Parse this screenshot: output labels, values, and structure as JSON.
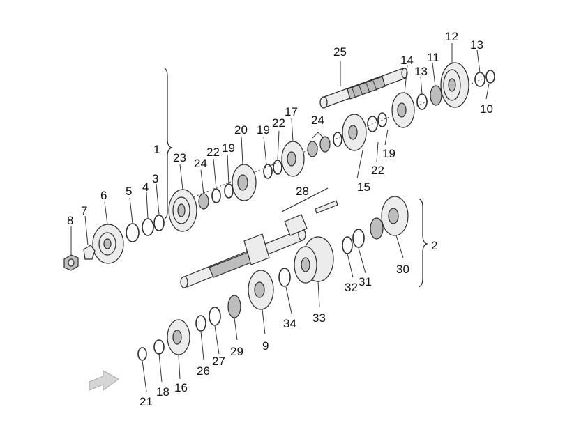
{
  "diagram": {
    "callouts": [
      "1",
      "2",
      "3",
      "4",
      "5",
      "6",
      "7",
      "8",
      "9",
      "10",
      "11",
      "12",
      "13",
      "13",
      "14",
      "15",
      "16",
      "17",
      "18",
      "19",
      "19",
      "19",
      "20",
      "21",
      "22",
      "22",
      "22",
      "23",
      "24",
      "24",
      "25",
      "26",
      "27",
      "28",
      "29",
      "30",
      "31",
      "32",
      "33",
      "34"
    ],
    "groups": {
      "upper_shaft_group": "1",
      "lower_shaft_group": "2"
    }
  }
}
